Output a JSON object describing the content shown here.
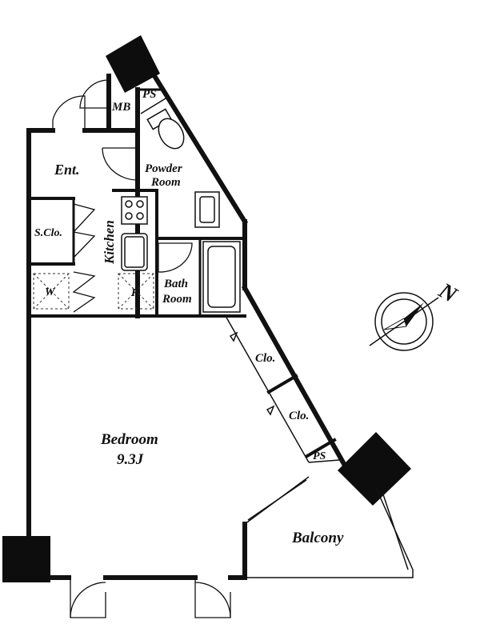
{
  "rooms": {
    "mb": "MB",
    "ps_top": "PS",
    "ent": "Ent.",
    "powder_line1": "Powder",
    "powder_line2": "Room",
    "sclo": "S.Clo.",
    "kitchen": "Kitchen",
    "w": "W",
    "r": "R",
    "bath_line1": "Bath",
    "bath_line2": "Room",
    "clo_1": "Clo.",
    "clo_2": "Clo.",
    "ps_bottom": "PS",
    "bedroom_line1": "Bedroom",
    "bedroom_line2": "9.3J",
    "balcony": "Balcony"
  },
  "compass": {
    "label": "N",
    "icon": "compass-icon"
  },
  "colors": {
    "wall": "#111111",
    "pillar": "#0d0d0d",
    "background": "#ffffff"
  }
}
